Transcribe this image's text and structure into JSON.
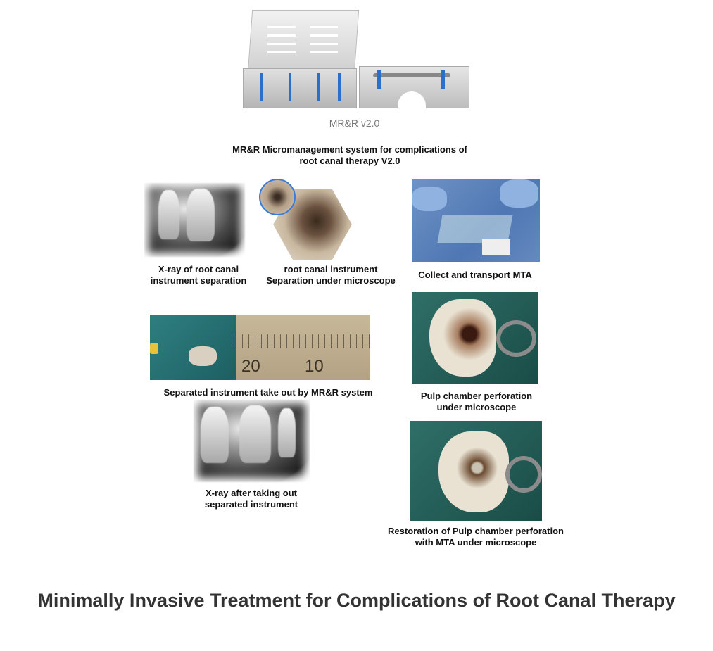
{
  "product_label": "MR&R v2.0",
  "system_caption": [
    "MR&R Micromanagement system for complications of",
    "root canal therapy V2.0"
  ],
  "panels": [
    {
      "caption": [
        "X-ray of root canal",
        "instrument separation"
      ]
    },
    {
      "caption": [
        "root canal instrument",
        "Separation under microscope"
      ]
    },
    {
      "caption": [
        "Collect and transport MTA"
      ]
    },
    {
      "caption": [
        "Separated instrument take out by MR&R system"
      ],
      "ruler_labels": [
        "20",
        "10"
      ]
    },
    {
      "caption": [
        "Pulp chamber perforation",
        "under microscope"
      ]
    },
    {
      "caption": [
        "X-ray after taking out",
        "separated instrument"
      ]
    },
    {
      "caption": [
        "Restoration of Pulp chamber perforation",
        "with MTA under microscope"
      ]
    }
  ],
  "title": "Minimally Invasive Treatment for Complications of Root Canal Therapy"
}
